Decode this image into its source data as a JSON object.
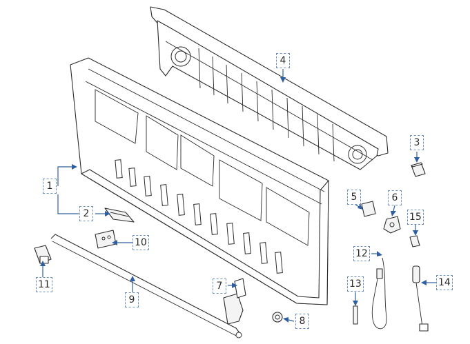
{
  "callouts": [
    {
      "id": "1",
      "label": "1"
    },
    {
      "id": "2",
      "label": "2"
    },
    {
      "id": "3",
      "label": "3"
    },
    {
      "id": "4",
      "label": "4"
    },
    {
      "id": "5",
      "label": "5"
    },
    {
      "id": "6",
      "label": "6"
    },
    {
      "id": "7",
      "label": "7"
    },
    {
      "id": "8",
      "label": "8"
    },
    {
      "id": "9",
      "label": "9"
    },
    {
      "id": "10",
      "label": "10"
    },
    {
      "id": "11",
      "label": "11"
    },
    {
      "id": "12",
      "label": "12"
    },
    {
      "id": "13",
      "label": "13"
    },
    {
      "id": "14",
      "label": "14"
    },
    {
      "id": "15",
      "label": "15"
    }
  ],
  "colors": {
    "leader": "#2f5fa0",
    "callout_border": "#6b8fbf",
    "line_art": "#2a2a2a"
  }
}
